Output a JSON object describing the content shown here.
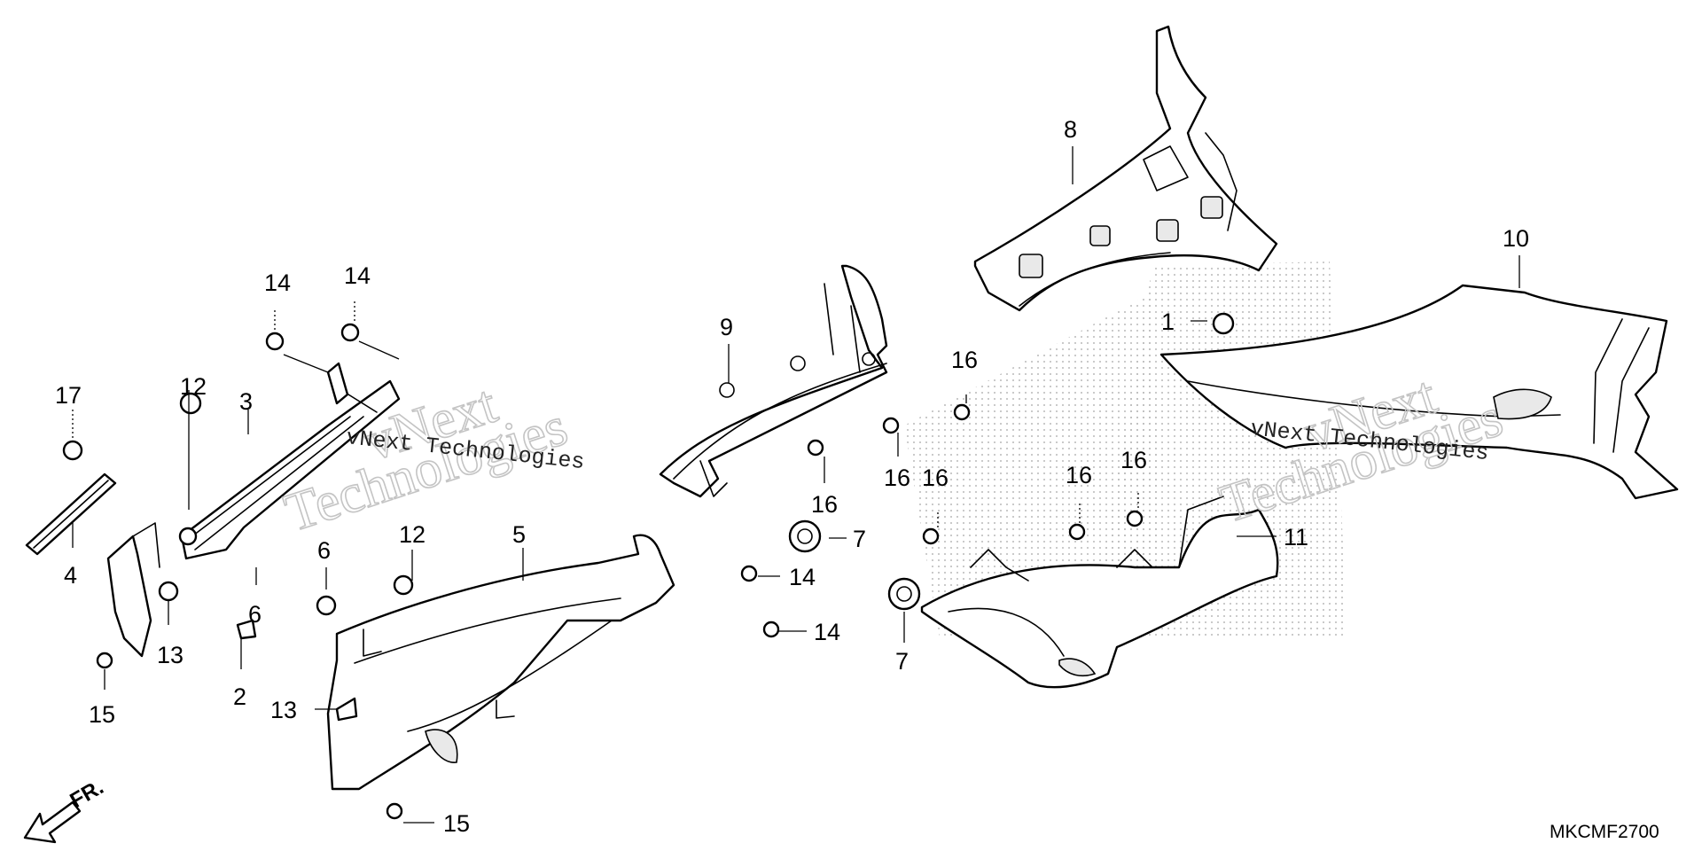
{
  "diagram": {
    "code": "MKCMF2700",
    "direction_label": "FR.",
    "watermark": {
      "brand": "vNext",
      "word": "Technologies",
      "line": "vNext Technologies"
    },
    "callouts": [
      {
        "id": "c17",
        "label": "17"
      },
      {
        "id": "c12a",
        "label": "12"
      },
      {
        "id": "c3",
        "label": "3"
      },
      {
        "id": "c14a",
        "label": "14"
      },
      {
        "id": "c14b",
        "label": "14"
      },
      {
        "id": "c4",
        "label": "4"
      },
      {
        "id": "c6a",
        "label": "6"
      },
      {
        "id": "c2",
        "label": "2"
      },
      {
        "id": "c13a",
        "label": "13"
      },
      {
        "id": "c15a",
        "label": "15"
      },
      {
        "id": "c6b",
        "label": "6"
      },
      {
        "id": "c12b",
        "label": "12"
      },
      {
        "id": "c5",
        "label": "5"
      },
      {
        "id": "c13b",
        "label": "13"
      },
      {
        "id": "c15b",
        "label": "15"
      },
      {
        "id": "c14c",
        "label": "14"
      },
      {
        "id": "c14d",
        "label": "14"
      },
      {
        "id": "c9",
        "label": "9"
      },
      {
        "id": "c16a",
        "label": "16"
      },
      {
        "id": "c16b",
        "label": "16"
      },
      {
        "id": "c16c",
        "label": "16"
      },
      {
        "id": "c7a",
        "label": "7"
      },
      {
        "id": "c7b",
        "label": "7"
      },
      {
        "id": "c8",
        "label": "8"
      },
      {
        "id": "c10",
        "label": "10"
      },
      {
        "id": "c1",
        "label": "1"
      },
      {
        "id": "c16d",
        "label": "16"
      },
      {
        "id": "c16e",
        "label": "16"
      },
      {
        "id": "c16f",
        "label": "16"
      },
      {
        "id": "c11",
        "label": "11"
      }
    ]
  }
}
